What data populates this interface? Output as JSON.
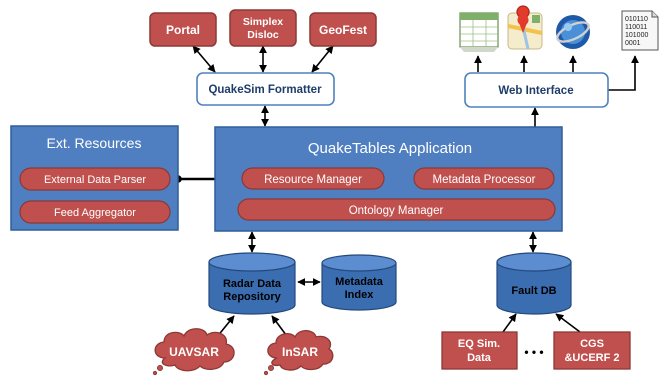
{
  "colors": {
    "app_blue": "#4f7fc1",
    "app_blue_border": "#2f5e99",
    "pill_red": "#c0504d",
    "pill_red_border": "#8c3836",
    "cylinder_blue": "#3b6db1",
    "white_box_border": "#4f81bd",
    "text_dark_blue": "#1f3d6b",
    "arrow": "#000000"
  },
  "top_apps": [
    {
      "name": "portal",
      "label": "Portal"
    },
    {
      "name": "simplex-disloc",
      "lines": [
        "Simplex",
        "Disloc"
      ]
    },
    {
      "name": "geofest",
      "label": "GeoFest"
    }
  ],
  "formatter": {
    "label": "QuakeSim Formatter"
  },
  "web_interface": {
    "label": "Web Interface"
  },
  "output_icons": [
    {
      "name": "spreadsheet-icon"
    },
    {
      "name": "map-pin-icon"
    },
    {
      "name": "globe-icon"
    },
    {
      "name": "binary-file-icon",
      "lines": [
        "010110",
        "110011",
        "101000",
        "0001"
      ]
    }
  ],
  "ext_resources": {
    "title": "Ext. Resources",
    "items": [
      "External Data Parser",
      "Feed Aggregator"
    ]
  },
  "quaketables": {
    "title": "QuakeTables Application",
    "resource_manager": "Resource Manager",
    "metadata_processor": "Metadata Processor",
    "ontology_manager": "Ontology Manager"
  },
  "databases": {
    "radar": {
      "lines": [
        "Radar Data",
        "Repository"
      ]
    },
    "metadata": {
      "lines": [
        "Metadata",
        "Index"
      ]
    },
    "fault": {
      "label": "Fault DB"
    }
  },
  "clouds": {
    "uavsar": "UAVSAR",
    "insar": "InSAR"
  },
  "fault_sources": {
    "eq_sim": {
      "lines": [
        "EQ Sim.",
        "Data"
      ]
    },
    "ellipsis": "• • •",
    "cgs": {
      "lines": [
        "CGS",
        "&UCERF 2"
      ]
    }
  }
}
